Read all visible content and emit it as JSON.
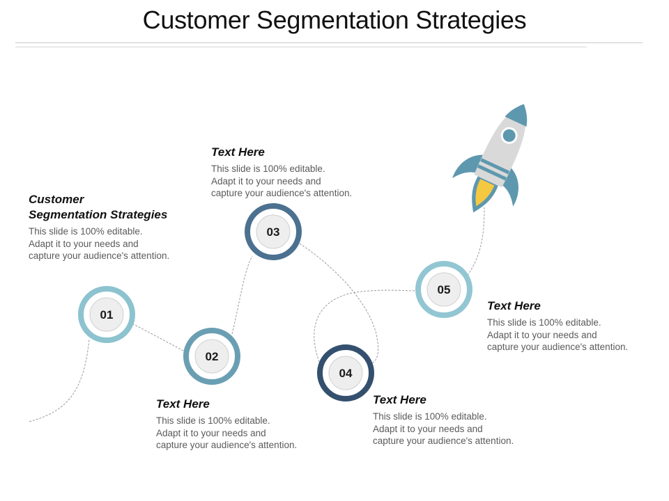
{
  "slide": {
    "title": "Customer Segmentation Strategies"
  },
  "intro": {
    "heading": "Customer Segmentation Strategies",
    "heading_line1": "Customer",
    "heading_line2": "Segmentation Strategies",
    "body_lines": [
      "This slide is 100% editable.",
      "Adapt it to your needs and",
      "capture your audience's attention."
    ]
  },
  "steps": [
    {
      "number": "01",
      "ring_color": "#8cc3cf"
    },
    {
      "number": "02",
      "ring_color": "#6a9fb3",
      "heading": "Text Here",
      "body_lines": [
        "This slide is 100% editable.",
        "Adapt it to your needs and",
        "capture your audience's attention."
      ]
    },
    {
      "number": "03",
      "ring_color": "#4c7190",
      "heading": "Text Here",
      "body_lines": [
        "This slide is 100% editable.",
        "Adapt it to your needs and",
        "capture your audience's attention."
      ]
    },
    {
      "number": "04",
      "ring_color": "#34506e",
      "heading": "Text Here",
      "body_lines": [
        "This slide is 100% editable.",
        "Adapt it to your needs and",
        "capture your audience's attention."
      ]
    },
    {
      "number": "05",
      "ring_color": "#92c6d2",
      "heading": "Text Here",
      "body_lines": [
        "This slide is 100% editable.",
        "Adapt it to your needs and",
        "capture your audience's attention."
      ]
    }
  ],
  "rocket": {
    "body_color": "#d9d9d9",
    "fin_color": "#5e98ae",
    "flame_color": "#f5c842"
  }
}
